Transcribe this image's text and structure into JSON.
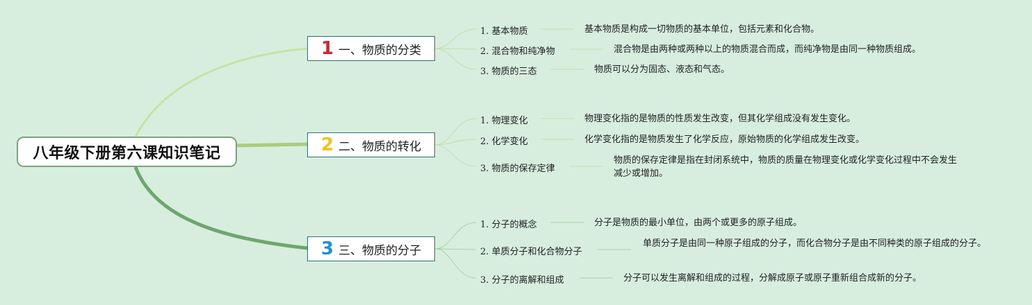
{
  "root": {
    "title": "八年级下册第六课知识笔记"
  },
  "topics": [
    {
      "num": "1",
      "label": "一、物质的分类",
      "color": "#d9232e",
      "items": [
        {
          "label": "1. 基本物质",
          "desc": "基本物质是构成一切物质的基本单位，包括元素和化合物。"
        },
        {
          "label": "2. 混合物和纯净物",
          "desc": "混合物是由两种或两种以上的物质混合而成，而纯净物是由同一种物质组成。"
        },
        {
          "label": "3. 物质的三态",
          "desc": "物质可以分为固态、液态和气态。"
        }
      ]
    },
    {
      "num": "2",
      "label": "二、物质的转化",
      "color": "#f2c31a",
      "items": [
        {
          "label": "1. 物理变化",
          "desc": "物理变化指的是物质的性质发生改变，但其化学组成没有发生变化。"
        },
        {
          "label": "2. 化学变化",
          "desc": "化学变化指的是物质发生了化学反应，原始物质的化学组成发生改变。"
        },
        {
          "label": "3. 物质的保存定律",
          "desc": "物质的保存定律是指在封闭系统中，物质的质量在物理变化或化学变化过程中不会发生减少或增加。"
        }
      ]
    },
    {
      "num": "3",
      "label": "三、物质的分子",
      "color": "#1f8fd6",
      "items": [
        {
          "label": "1. 分子的概念",
          "desc": "分子是物质的最小单位，由两个或更多的原子组成。"
        },
        {
          "label": "2. 单质分子和化合物分子",
          "desc": "单质分子是由同一种原子组成的分子，而化合物分子是由不同种类的原子组成的分子。"
        },
        {
          "label": "3. 分子的离解和组成",
          "desc": "分子可以发生离解和组成的过程，分解成原子或原子重新组合成新的分子。"
        }
      ]
    }
  ]
}
